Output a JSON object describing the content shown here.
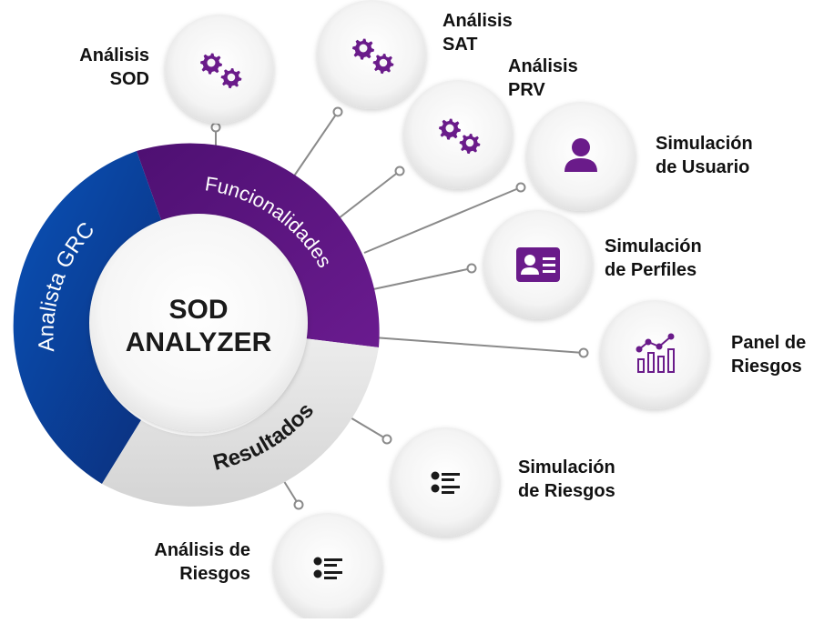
{
  "center": {
    "line1": "SOD",
    "line2": "ANALYZER"
  },
  "ring": {
    "analista": {
      "label": "Analista GRC",
      "color": "#0d3d91"
    },
    "funcionalidades": {
      "label": "Funcionalidades",
      "color": "#5b1380"
    },
    "resultados": {
      "label": "Resultados",
      "color": "#e3e3e3"
    }
  },
  "accent_color": "#6a1b8a",
  "nodes": [
    {
      "id": "analisis-sod",
      "icon": "gears-icon",
      "lines": [
        "Análisis",
        "SOD"
      ]
    },
    {
      "id": "analisis-sat",
      "icon": "gears-icon",
      "lines": [
        "Análisis",
        "SAT"
      ]
    },
    {
      "id": "analisis-prv",
      "icon": "gears-icon",
      "lines": [
        "Análisis",
        "PRV"
      ]
    },
    {
      "id": "simulacion-usuario",
      "icon": "user-icon",
      "lines": [
        "Simulación",
        "de Usuario"
      ]
    },
    {
      "id": "simulacion-perfiles",
      "icon": "profile-card-icon",
      "lines": [
        "Simulación",
        "de Perfiles"
      ]
    },
    {
      "id": "panel-riesgos",
      "icon": "chart-icon",
      "lines": [
        "Panel de",
        "Riesgos"
      ]
    },
    {
      "id": "simulacion-riesgos",
      "icon": "list-icon",
      "lines": [
        "Simulación",
        "de Riesgos"
      ]
    },
    {
      "id": "analisis-riesgos",
      "icon": "list-icon",
      "lines": [
        "Análisis de",
        "Riesgos"
      ]
    }
  ]
}
